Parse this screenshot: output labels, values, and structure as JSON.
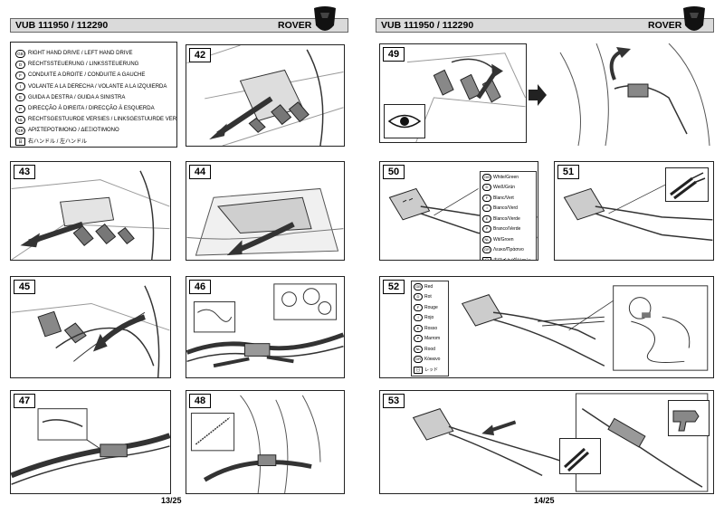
{
  "pages": [
    {
      "code": "VUB 111950 / 112290",
      "brand": "ROVER",
      "page_number": "13/25"
    },
    {
      "code": "VUB 111950 / 112290",
      "brand": "ROVER",
      "page_number": "14/25"
    }
  ],
  "languages": [
    {
      "badge": "GB",
      "text": "RIGHT HAND DRIVE / LEFT HAND DRIVE"
    },
    {
      "badge": "D",
      "text": "RECHTSSTEUERUNG / LINKSSTEUERUNG"
    },
    {
      "badge": "F",
      "text": "CONDUITE A DROITE / CONDUITE A GAUCHE"
    },
    {
      "badge": "I",
      "text": "VOLANTE A LA DERECHA / VOLANTE A LA IZQUIERDA"
    },
    {
      "badge": "E",
      "text": "GUIDA A DESTRA / GUIDA A SINISTRA"
    },
    {
      "badge": "P",
      "text": "DIRECÇÃO À DIREITA / DIRECÇÃO À ESQUERDA"
    },
    {
      "badge": "NL",
      "text": "RECHTSGESTUURDE VERSIES / LINKSGESTUURDE VERSIES"
    },
    {
      "badge": "GR",
      "text": "ΑΡΙΣΤΕΡΟΤΙΜΟΝΟ / ΔΕΞΙΟΤΙΜΟΝΟ"
    },
    {
      "badge": "日",
      "text": "右ハンドル / 左ハンドル"
    }
  ],
  "steps": {
    "s42": "42",
    "s43": "43",
    "s44": "44",
    "s45": "45",
    "s46": "46",
    "s47": "47",
    "s48": "48",
    "s49": "49",
    "s50": "50",
    "s51": "51",
    "s52": "52",
    "s53": "53"
  },
  "legend50": [
    {
      "badge": "GB",
      "text": "White/Green"
    },
    {
      "badge": "D",
      "text": "Weiß/Grün"
    },
    {
      "badge": "F",
      "text": "Blanc/Vert"
    },
    {
      "badge": "I",
      "text": "Bianco/Verd"
    },
    {
      "badge": "E",
      "text": "Blanco/Verde"
    },
    {
      "badge": "P",
      "text": "Branco/Verde"
    },
    {
      "badge": "NL",
      "text": "Wit/Groen"
    },
    {
      "badge": "GR",
      "text": "Λευκο/Πράσινο"
    },
    {
      "badge": "日",
      "text": "ホワイト/グリーン"
    }
  ],
  "legend52": [
    {
      "badge": "GB",
      "text": "Red"
    },
    {
      "badge": "D",
      "text": "Rot"
    },
    {
      "badge": "F",
      "text": "Rouge"
    },
    {
      "badge": "I",
      "text": "Rojo"
    },
    {
      "badge": "E",
      "text": "Rosso"
    },
    {
      "badge": "P",
      "text": "Marrom"
    },
    {
      "badge": "NL",
      "text": "Rood"
    },
    {
      "badge": "GR",
      "text": "Κόκκινο"
    },
    {
      "badge": "日",
      "text": "レッド"
    }
  ],
  "icons": [
    "eye-icon",
    "arrow-icon",
    "crimp-tool-icon",
    "heat-gun-icon"
  ]
}
